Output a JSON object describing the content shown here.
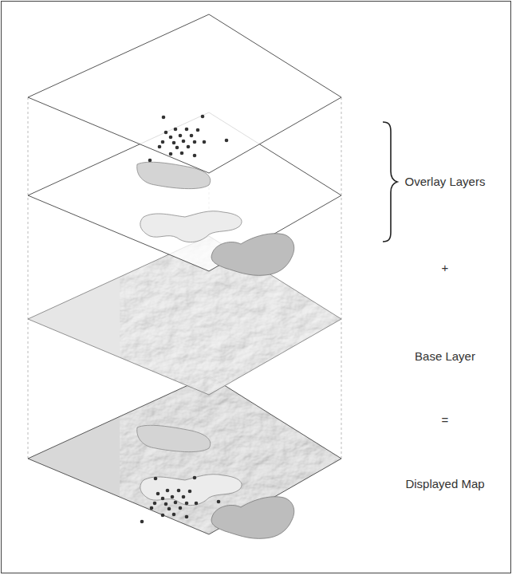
{
  "diagram": {
    "labels": [
      "Overlay Layers",
      "+",
      "Base Layer",
      "=",
      "Displayed Map"
    ]
  }
}
